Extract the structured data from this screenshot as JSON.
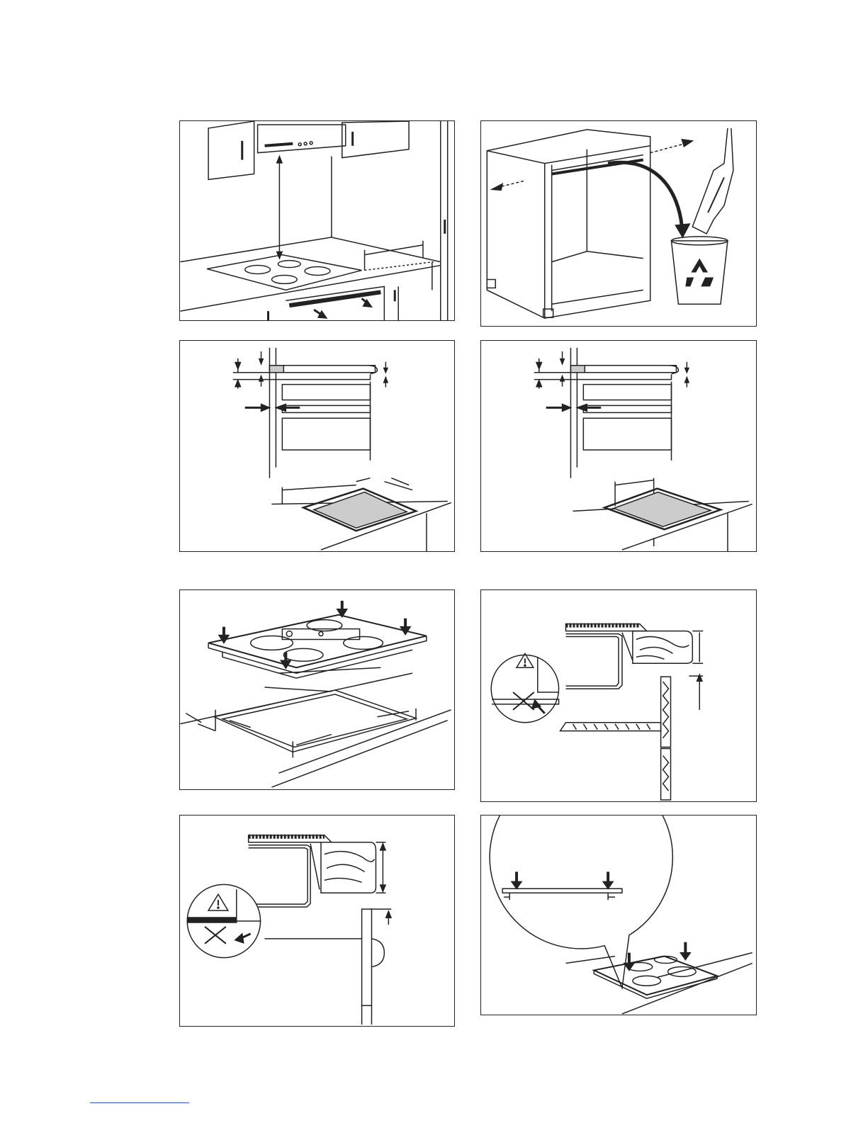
{
  "page": {
    "panel_count": 8,
    "panels": [
      {
        "id": "hood-clearance",
        "description_icon": "kitchen-hood-clearance-diagram"
      },
      {
        "id": "cabinet-panel-removal",
        "description_icon": "recycle-bin-icon"
      },
      {
        "id": "cutout-drawers",
        "description_icon": "cutout-dimension-diagram"
      },
      {
        "id": "cutout-drawers-alt",
        "description_icon": "cutout-dimension-diagram"
      },
      {
        "id": "seal-installation",
        "description_icon": "hob-seal-diagram"
      },
      {
        "id": "under-counter-warning-drawer",
        "description_icon": "warning-icon"
      },
      {
        "id": "under-counter-warning-door",
        "description_icon": "warning-icon"
      },
      {
        "id": "press-down-installation",
        "description_icon": "press-arrows-diagram"
      }
    ],
    "colors": {
      "ink": "#222222",
      "fill_grey": "#cccccc",
      "footer_link": "#3a4fd0"
    }
  }
}
